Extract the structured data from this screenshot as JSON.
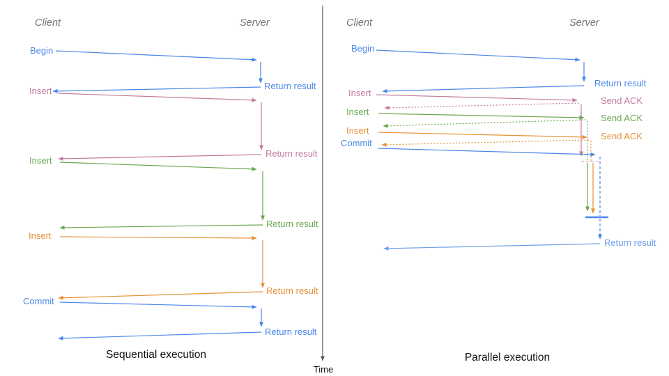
{
  "colors": {
    "blue": "#4a86e8",
    "blue_light": "#6d9eeb",
    "pink": "#c27ba0",
    "green": "#6aa84f",
    "orange": "#e69138",
    "header_gray": "#757575",
    "axis_gray": "#595959",
    "title_black": "#111111"
  },
  "time_axis": {
    "label": "Time"
  },
  "left": {
    "title": "Sequential execution",
    "client_header": "Client",
    "server_header": "Server",
    "operations": [
      {
        "label": "Begin",
        "return_label": "Return result",
        "color": "#4a86e8"
      },
      {
        "label": "Insert",
        "return_label": "Return result",
        "color": "#c27ba0"
      },
      {
        "label": "Insert",
        "return_label": "Return result",
        "color": "#6aa84f"
      },
      {
        "label": "Insert",
        "return_label": "Return result",
        "color": "#e69138"
      },
      {
        "label": "Commit",
        "return_label": "Return result",
        "color": "#4a86e8"
      }
    ]
  },
  "right": {
    "title": "Parallel execution",
    "client_header": "Client",
    "server_header": "Server",
    "operations": [
      {
        "label": "Begin",
        "return_label": "Return result",
        "color": "#4a86e8"
      },
      {
        "label": "Insert",
        "return_label": "Send ACK",
        "color": "#c27ba0"
      },
      {
        "label": "Insert",
        "return_label": "Send ACK",
        "color": "#6aa84f"
      },
      {
        "label": "Insert",
        "return_label": "Send ACK",
        "color": "#e69138"
      },
      {
        "label": "Commit",
        "return_label": "Return result",
        "color": "#4a86e8"
      }
    ]
  }
}
